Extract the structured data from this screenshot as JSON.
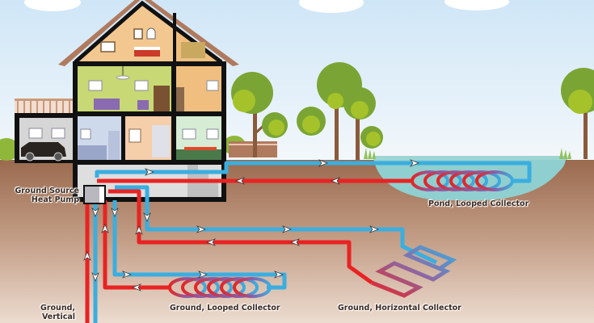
{
  "diagram": {
    "title": "Ground Source Heat Pump Systems",
    "labels": {
      "heat_pump": [
        "Ground Source",
        "Heat Pump"
      ],
      "vertical": [
        "Ground,",
        "Vertical"
      ],
      "ground_looped": "Ground, Looped Collector",
      "ground_horizontal": "Ground, Horizontal Collector",
      "pond_looped": "Pond, Looped Collector"
    },
    "colors": {
      "sky_top": "#cfe6f7",
      "sky_bottom": "#f4f8fb",
      "ground_top": "#9a6a4e",
      "ground_bottom": "#e8d6c8",
      "supply_pipe": "#e82323",
      "return_pipe": "#3aaee0",
      "pond_water": "#8fcfcf",
      "tree_dark": "#7aa534",
      "tree_light": "#a5c22a",
      "trunk": "#8a5a3c",
      "roof": "#b07a5e",
      "wall": "#111111"
    },
    "loops": [
      {
        "name": "Vertical",
        "type": "vertical"
      },
      {
        "name": "Ground, Looped Collector",
        "type": "slinky"
      },
      {
        "name": "Ground, Horizontal Collector",
        "type": "horizontal"
      },
      {
        "name": "Pond, Looped Collector",
        "type": "pond"
      }
    ]
  }
}
